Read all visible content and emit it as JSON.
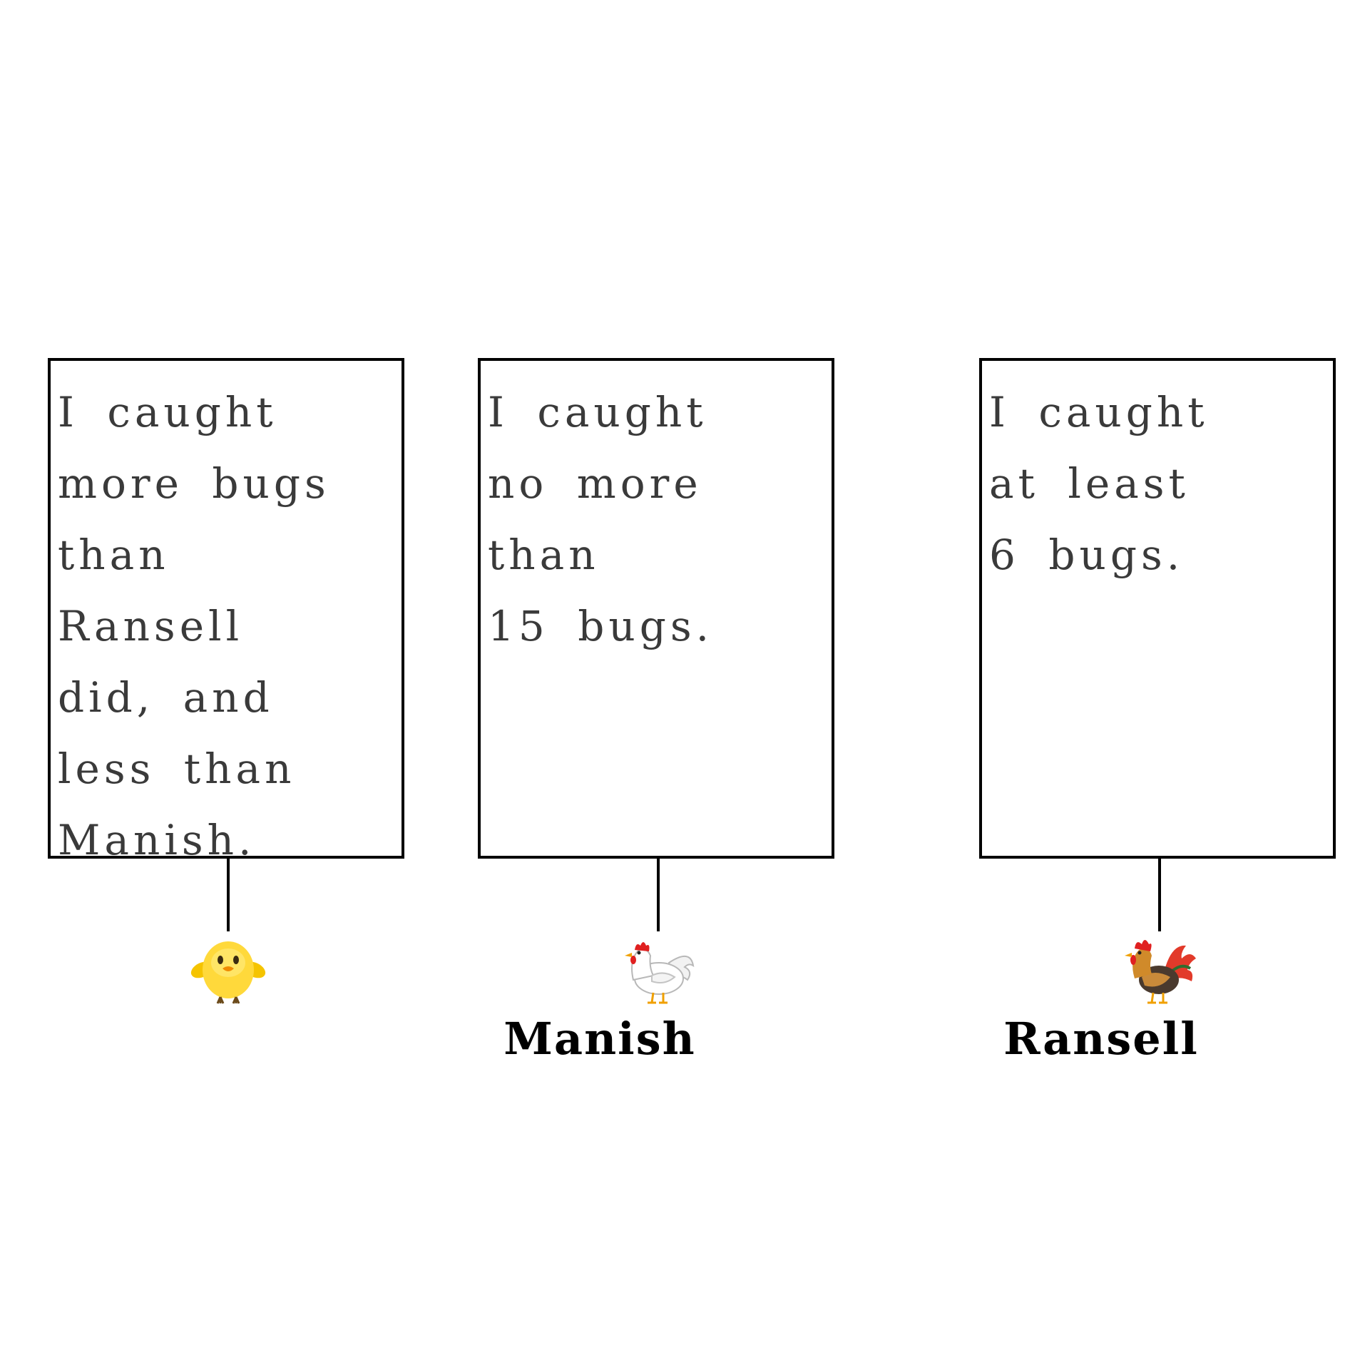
{
  "signs": [
    {
      "lines": [
        "I caught",
        "more bugs",
        "than",
        "Ransell",
        "did, and",
        "less than",
        "Manish."
      ],
      "character_icon": "chick-icon",
      "name": ""
    },
    {
      "lines": [
        "I caught",
        "no more",
        "than",
        "15 bugs."
      ],
      "character_icon": "hen-icon",
      "name": "Manish"
    },
    {
      "lines": [
        "I caught",
        "at least",
        "6 bugs."
      ],
      "character_icon": "rooster-icon",
      "name": "Ransell"
    }
  ]
}
